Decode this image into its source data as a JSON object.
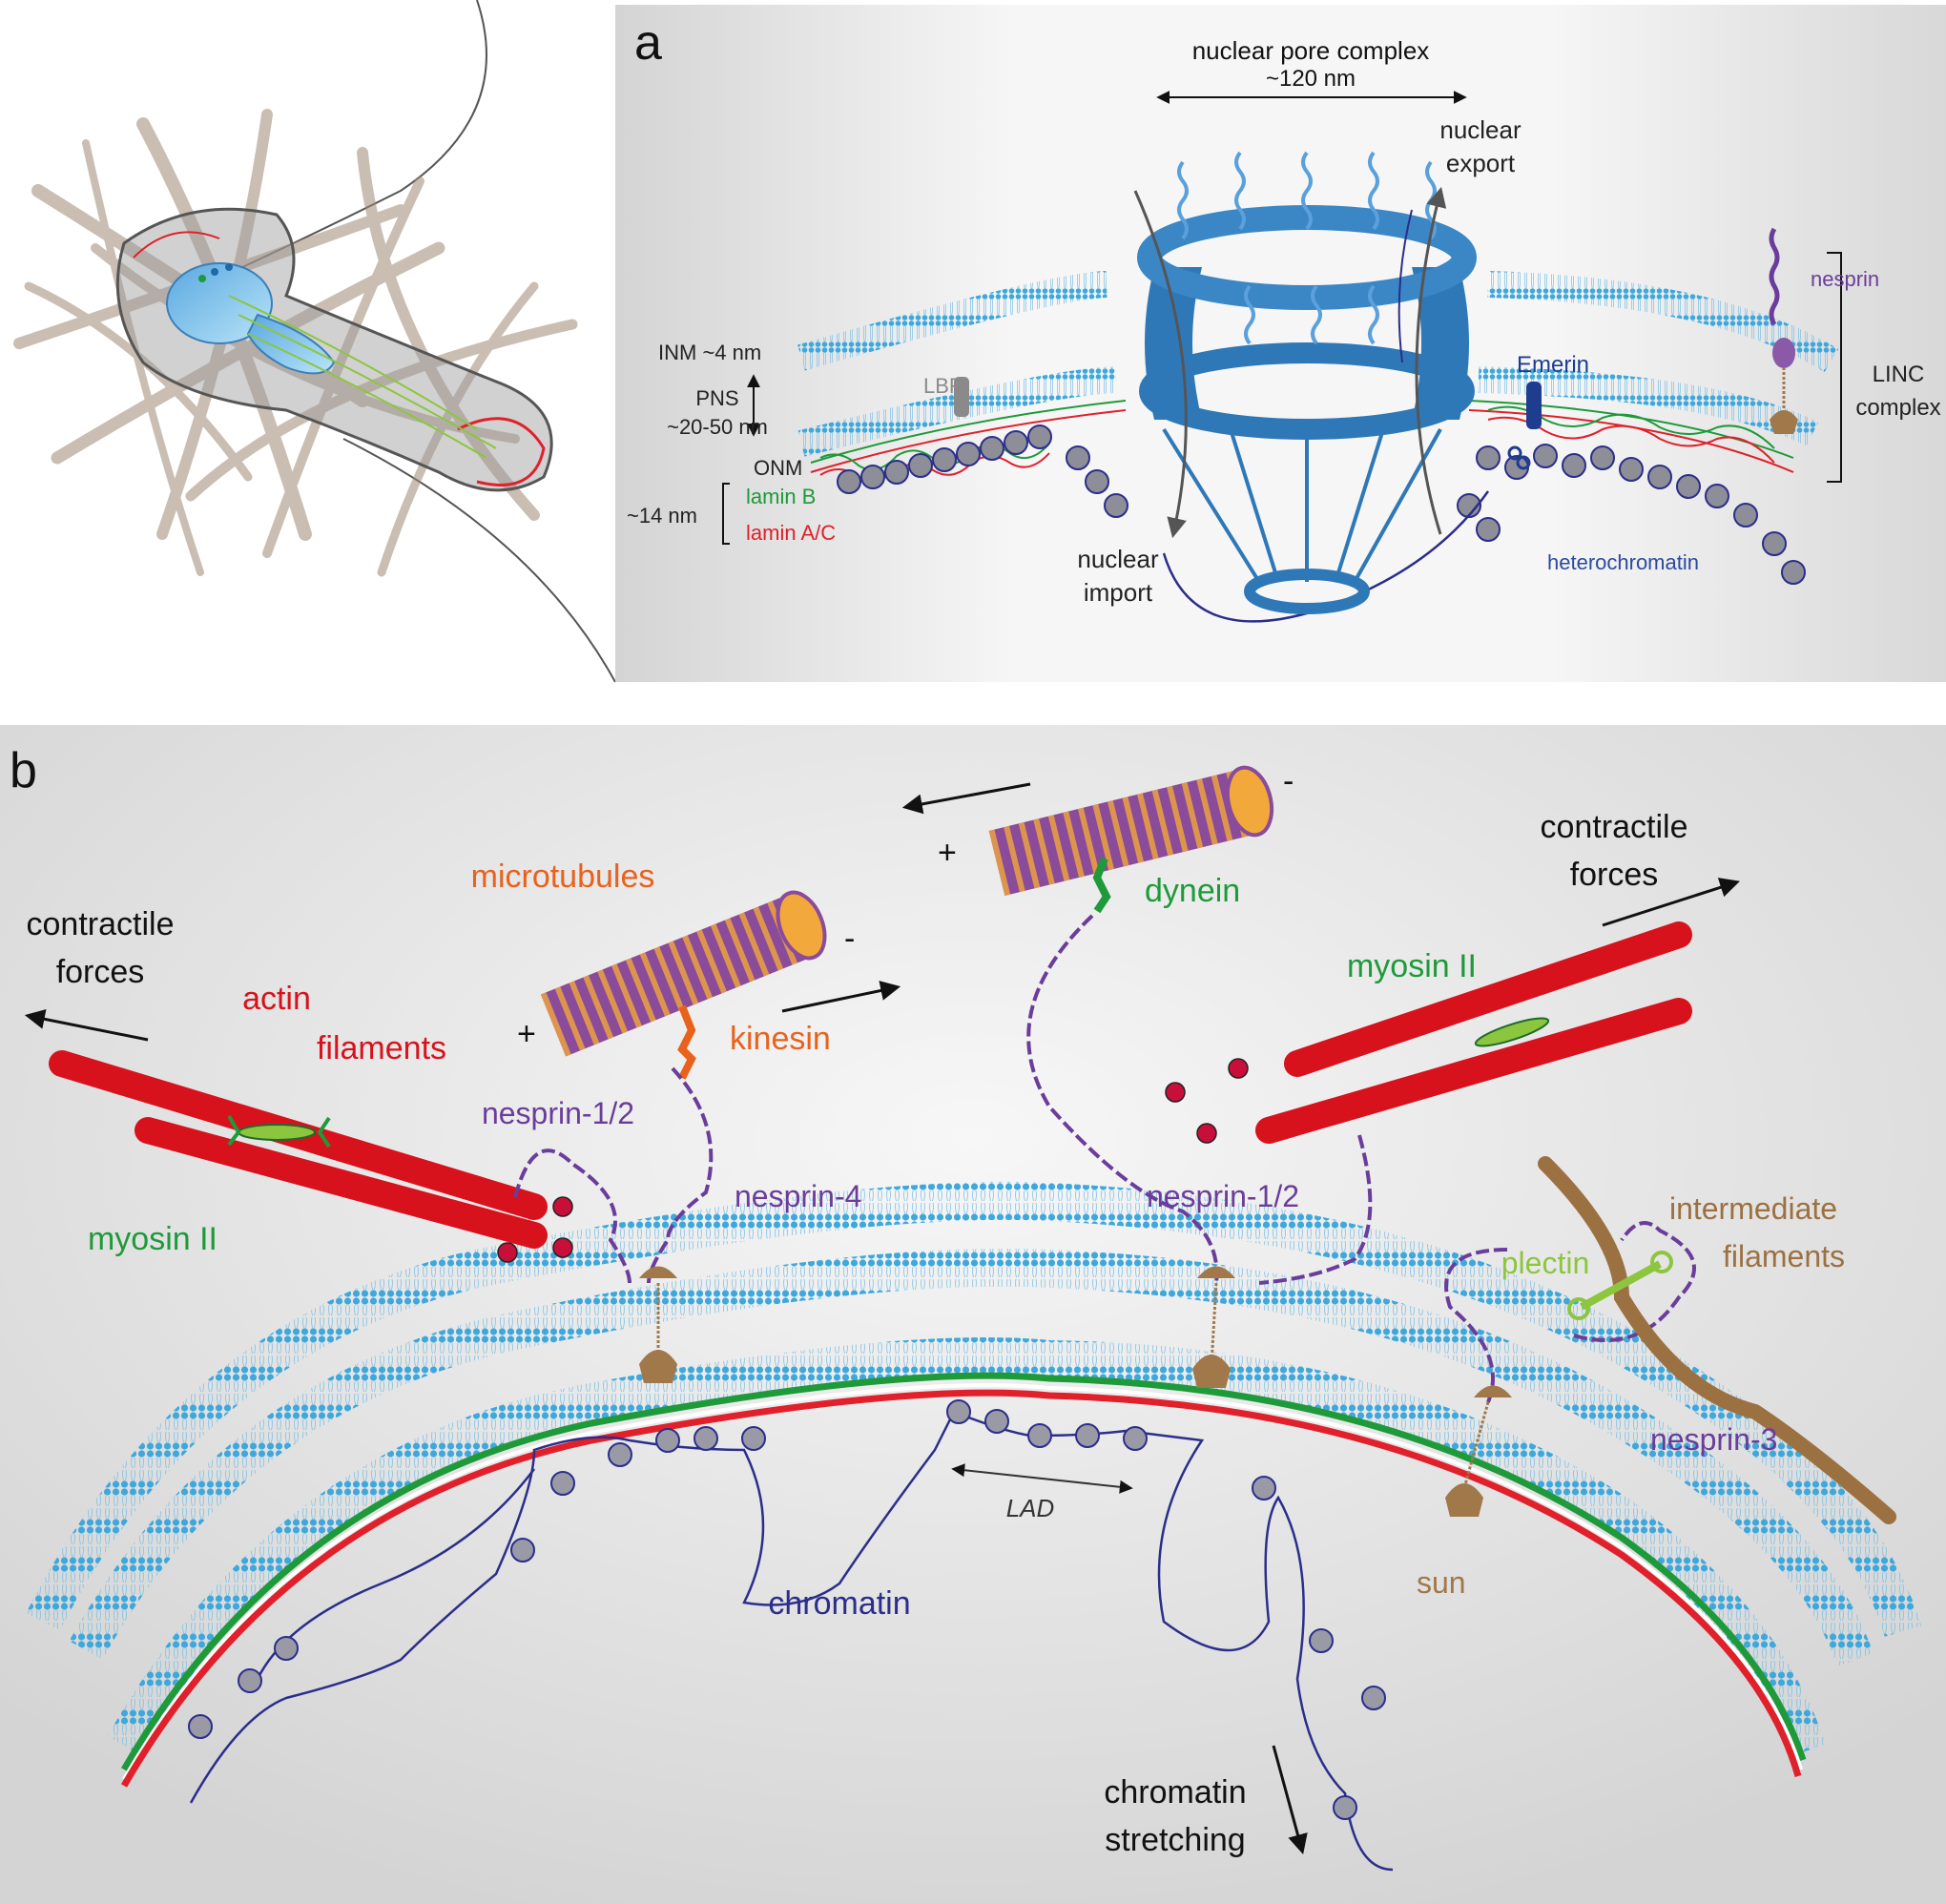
{
  "panel_a": {
    "letter": "a",
    "npc_title": "nuclear pore complex",
    "npc_size": "~120 nm",
    "nuclear_export": [
      "nuclear",
      "export"
    ],
    "nuclear_import": [
      "nuclear",
      "import"
    ],
    "inm": "INM ~4 nm",
    "pns": [
      "PNS",
      "~20-50 nm"
    ],
    "onm": "ONM",
    "lamina_size": "~14 nm",
    "lamin_b": "lamin B",
    "lamin_ac": "lamin A/C",
    "lbr": "LBR",
    "emerin": "Emerin",
    "nesprin": "nesprin",
    "linc": [
      "LINC",
      "complex"
    ],
    "heterochromatin": "heterochromatin"
  },
  "panel_b": {
    "letter": "b",
    "contractile_left": [
      "contractile",
      "forces"
    ],
    "contractile_right": [
      "contractile",
      "forces"
    ],
    "actin": [
      "actin",
      "filaments"
    ],
    "myosin_left": "myosin II",
    "myosin_right": "myosin II",
    "microtubules": "microtubules",
    "kinesin": "kinesin",
    "dynein": "dynein",
    "plus1": "+",
    "minus1": "-",
    "plus2": "+",
    "minus2": "-",
    "nesprin12_left": "nesprin-1/2",
    "nesprin4": "nesprin-4",
    "nesprin12_right": "nesprin-1/2",
    "nesprin3": "nesprin-3",
    "plectin": "plectin",
    "intermediate": [
      "intermediate",
      "filaments"
    ],
    "lad": "LAD",
    "chromatin": "chromatin",
    "sun": "sun",
    "chromatin_stretching": [
      "chromatin",
      "stretching"
    ]
  },
  "colors": {
    "membrane": "#3ea8dc",
    "npc": "#2f78b8",
    "lamin_b": "#1e9a3a",
    "lamin_ac": "#e0202a",
    "actin": "#d8121c",
    "nesprin": "#6a3d9a",
    "chromatin": "#2b2e8a",
    "sun": "#a0784a",
    "myosin": "#1e9a3a",
    "kinesin": "#e8621c",
    "plectin": "#8cc63f",
    "intermediate": "#9c7142"
  }
}
